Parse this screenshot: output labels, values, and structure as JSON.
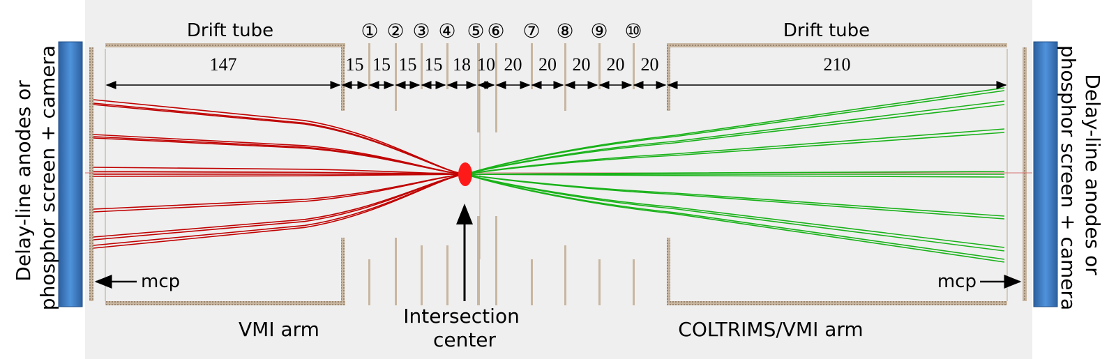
{
  "labels": {
    "drift_tube_left": "Drift tube",
    "drift_tube_right": "Drift tube",
    "detector_left": [
      "Delay-line anodes or",
      "phosphor screen + camera"
    ],
    "detector_right": [
      "Delay-line anodes or",
      "phosphor screen + camera"
    ],
    "mcp_left": "mcp",
    "mcp_right": "mcp",
    "vmi_arm": "VMI arm",
    "coltrims_arm": "COLTRIMS/VMI arm",
    "intersection": [
      "Intersection",
      "center"
    ]
  },
  "electrodes": [
    "①",
    "②",
    "③",
    "④",
    "⑤",
    "⑥",
    "⑦",
    "⑧",
    "⑨",
    "⑩"
  ],
  "dimensions": [
    "147",
    "15",
    "15",
    "15",
    "15",
    "18",
    "10",
    "20",
    "20",
    "20",
    "20",
    "20",
    "210"
  ],
  "colors": {
    "background_panel": "#efefef",
    "detector": "#3a78c0",
    "electrode": "#b8a48e",
    "red_trajectories": "#c00000",
    "green_trajectories": "#19b219",
    "intersection_spot": "#ff1a1a"
  }
}
